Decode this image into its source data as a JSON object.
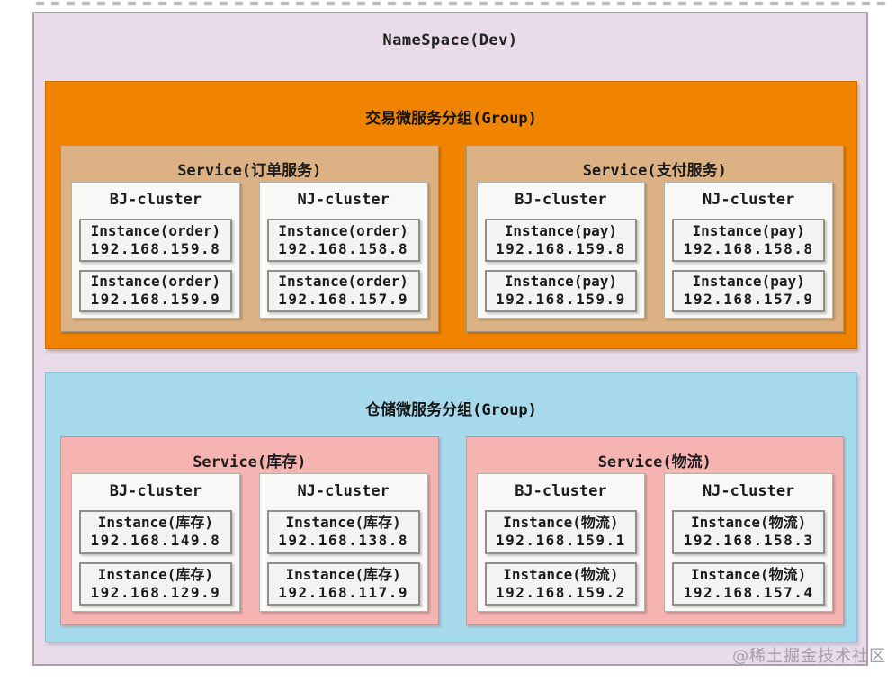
{
  "namespace": {
    "title": "NameSpace(Dev)"
  },
  "watermark": "@稀土掘金技术社区",
  "colors": {
    "namespace_bg": "#e9dbea",
    "trade_group_bg": "#f08300",
    "warehouse_group_bg": "#a6d9ec",
    "trade_service_bg": "#dcb183",
    "warehouse_service_bg": "#f5b4b1",
    "cluster_bg": "#f8f8f6",
    "instance_bg": "#f3f3f1"
  },
  "groups": [
    {
      "title": "交易微服务分组(Group)",
      "services": [
        {
          "title": "Service(订单服务)",
          "clusters": [
            {
              "name": "BJ-cluster",
              "instances": [
                {
                  "label": "Instance(order)",
                  "ip": "192.168.159.8"
                },
                {
                  "label": "Instance(order)",
                  "ip": "192.168.159.9"
                }
              ]
            },
            {
              "name": "NJ-cluster",
              "instances": [
                {
                  "label": "Instance(order)",
                  "ip": "192.168.158.8"
                },
                {
                  "label": "Instance(order)",
                  "ip": "192.168.157.9"
                }
              ]
            }
          ]
        },
        {
          "title": "Service(支付服务)",
          "clusters": [
            {
              "name": "BJ-cluster",
              "instances": [
                {
                  "label": "Instance(pay)",
                  "ip": "192.168.159.8"
                },
                {
                  "label": "Instance(pay)",
                  "ip": "192.168.159.9"
                }
              ]
            },
            {
              "name": "NJ-cluster",
              "instances": [
                {
                  "label": "Instance(pay)",
                  "ip": "192.168.158.8"
                },
                {
                  "label": "Instance(pay)",
                  "ip": "192.168.157.9"
                }
              ]
            }
          ]
        }
      ]
    },
    {
      "title": "仓储微服务分组(Group)",
      "services": [
        {
          "title": "Service(库存)",
          "clusters": [
            {
              "name": "BJ-cluster",
              "instances": [
                {
                  "label": "Instance(库存)",
                  "ip": "192.168.149.8"
                },
                {
                  "label": "Instance(库存)",
                  "ip": "192.168.129.9"
                }
              ]
            },
            {
              "name": "NJ-cluster",
              "instances": [
                {
                  "label": "Instance(库存)",
                  "ip": "192.168.138.8"
                },
                {
                  "label": "Instance(库存)",
                  "ip": "192.168.117.9"
                }
              ]
            }
          ]
        },
        {
          "title": "Service(物流)",
          "clusters": [
            {
              "name": "BJ-cluster",
              "instances": [
                {
                  "label": "Instance(物流)",
                  "ip": "192.168.159.1"
                },
                {
                  "label": "Instance(物流)",
                  "ip": "192.168.159.2"
                }
              ]
            },
            {
              "name": "NJ-cluster",
              "instances": [
                {
                  "label": "Instance(物流)",
                  "ip": "192.168.158.3"
                },
                {
                  "label": "Instance(物流)",
                  "ip": "192.168.157.4"
                }
              ]
            }
          ]
        }
      ]
    }
  ]
}
